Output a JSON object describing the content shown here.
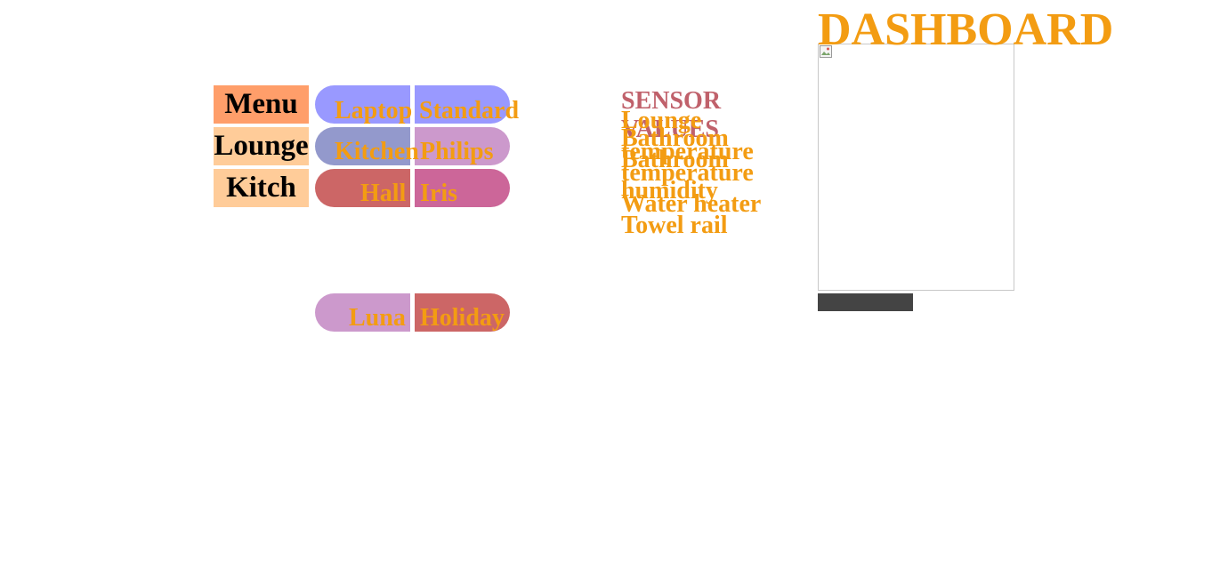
{
  "menu": {
    "items": [
      {
        "label": "Menu",
        "color": "#ff9e6a"
      },
      {
        "label": "Lounge",
        "color": "#ffcc99"
      },
      {
        "label": "Kitch",
        "color": "#ffcc99"
      }
    ]
  },
  "buttons": [
    {
      "label": "Laptop",
      "color": "#9999ff"
    },
    {
      "label": "Standard",
      "color": "#9999ff"
    },
    {
      "label": "Kitchen",
      "color": "#9399cc"
    },
    {
      "label": "Philips",
      "color": "#cc99cc"
    },
    {
      "label": "Hall",
      "color": "#cc6666"
    },
    {
      "label": "Iris",
      "color": "#cc6699"
    },
    {
      "label": "Luna",
      "color": "#cc99cc"
    },
    {
      "label": "Holiday",
      "color": "#cc6666"
    }
  ],
  "sensors": {
    "title": "SENSOR VALUES",
    "lines": [
      "Lounge",
      "Bathroom temperature",
      "Bathroom temperature",
      "humidity",
      "Water heater",
      "Towel rail"
    ]
  },
  "dashboard": {
    "title": "DASHBOARD"
  }
}
